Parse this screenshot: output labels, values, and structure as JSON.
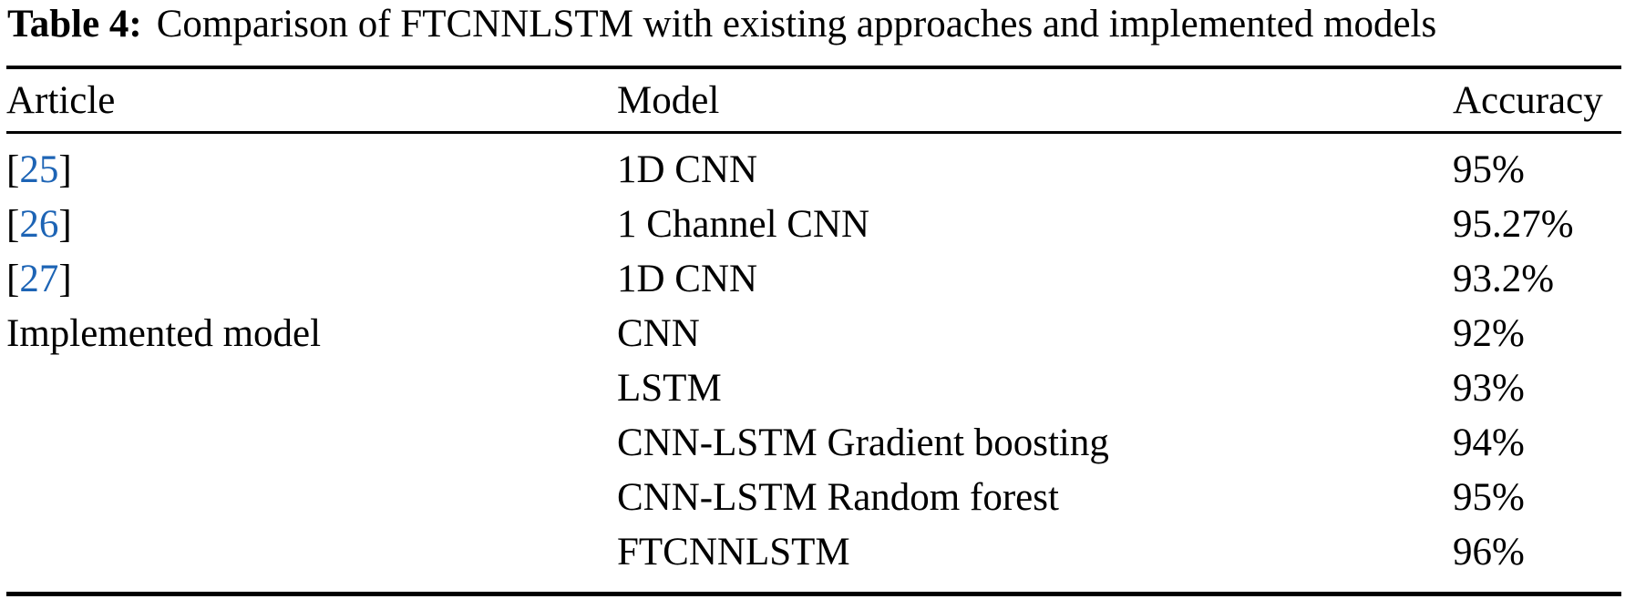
{
  "colors": {
    "text": "#000000",
    "background": "#ffffff",
    "citation_blue": "#1d64b5",
    "rule_black": "#000000"
  },
  "caption": {
    "label": "Table 4:",
    "text": "Comparison of FTCNNLSTM with existing approaches and implemented models"
  },
  "table": {
    "headers": [
      "Article",
      "Model",
      "Accuracy"
    ],
    "rows": [
      {
        "article": {
          "open": "[",
          "ref": "25",
          "close": "]"
        },
        "model": "1D CNN",
        "accuracy": "95%"
      },
      {
        "article": {
          "open": "[",
          "ref": "26",
          "close": "]"
        },
        "model": "1 Channel CNN",
        "accuracy": "95.27%"
      },
      {
        "article": {
          "open": "[",
          "ref": "27",
          "close": "]"
        },
        "model": "1D CNN",
        "accuracy": "93.2%"
      },
      {
        "article": "Implemented model",
        "model": "CNN",
        "accuracy": "92%"
      },
      {
        "article": "",
        "model": "LSTM",
        "accuracy": "93%"
      },
      {
        "article": "",
        "model": "CNN-LSTM Gradient boosting",
        "accuracy": "94%"
      },
      {
        "article": "",
        "model": "CNN-LSTM Random forest",
        "accuracy": "95%"
      },
      {
        "article": "",
        "model": "FTCNNLSTM",
        "accuracy": "96%"
      }
    ]
  }
}
